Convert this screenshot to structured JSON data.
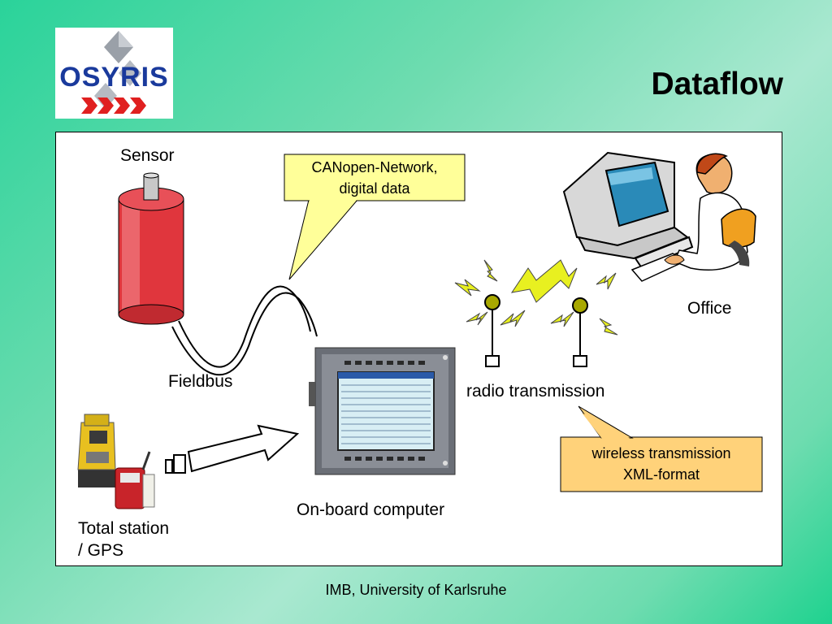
{
  "slide": {
    "title": "Dataflow",
    "footer": "IMB, University of Karlsruhe"
  },
  "logo": {
    "text": "OSYRIS"
  },
  "labels": {
    "sensor": "Sensor",
    "fieldbus": "Fieldbus",
    "onboard_computer": "On-board computer",
    "radio_transmission": "radio transmission",
    "office": "Office",
    "total_station_line1": "Total station",
    "total_station_line2": "/ GPS"
  },
  "callouts": {
    "canopen_line1": "CANopen-Network,",
    "canopen_line2": "digital data",
    "wireless_line1": "wireless transmission",
    "wireless_line2": "XML-format"
  },
  "colors": {
    "callout_yellow": "#ffff99",
    "callout_orange": "#ffd27a",
    "sensor_red": "#e0363d",
    "logo_blue": "#1a3a9c",
    "logo_red": "#e02020"
  }
}
